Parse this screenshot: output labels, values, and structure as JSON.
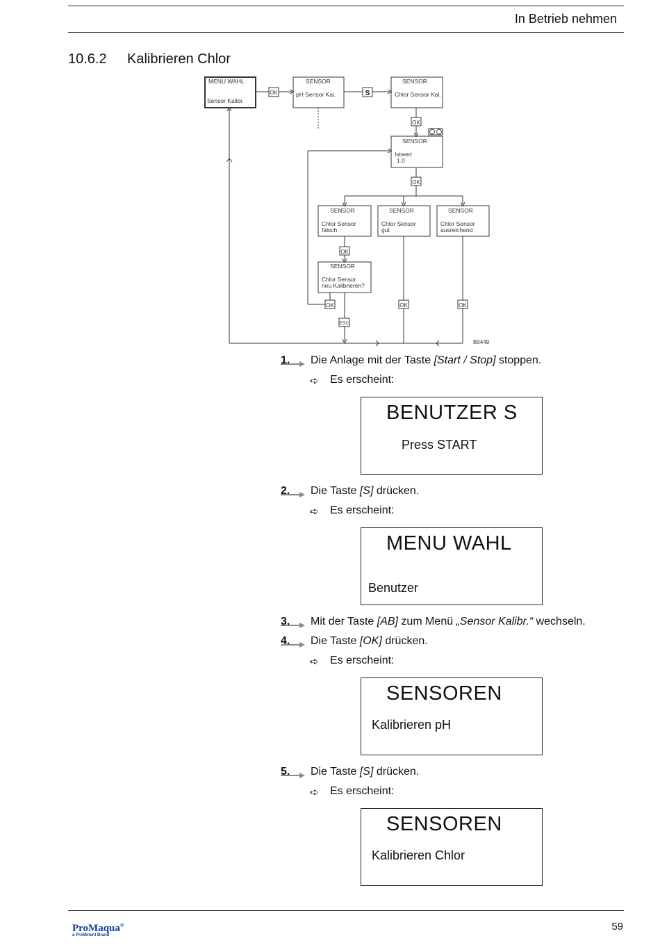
{
  "header": {
    "title": "In Betrieb nehmen"
  },
  "section": {
    "number": "10.6.2",
    "title": "Kalibrieren Chlor"
  },
  "diagram": {
    "menu_wahl": {
      "line1": "MENU WAHL",
      "line2": "Sensor Kalibr."
    },
    "ph_box": {
      "line1": "SENSOR",
      "line2": "pH Sensor Kal."
    },
    "chlor_box": {
      "line1": "SENSOR",
      "line2": "Chlor Sensor Kal."
    },
    "istwert_box": {
      "line1": "SENSOR",
      "line2": "Istwert",
      "line3": "1.0"
    },
    "falsch_box": {
      "line1": "SENSOR",
      "line2": "Chlor Sensor",
      "line3": "falsch"
    },
    "gut_box": {
      "line1": "SENSOR",
      "line2": "Chlor Sensor",
      "line3": "gut"
    },
    "ausreichend_box": {
      "line1": "SENSOR",
      "line2": "Chlor Sensor",
      "line3": "ausreichend"
    },
    "neu_box": {
      "line1": "SENSOR",
      "line2": "Chlor Sensor",
      "line3": "neu Kalibrieren?"
    },
    "ok_label": "OK",
    "s_label": "S",
    "esc_label": "ESC",
    "figure_id": "B0449"
  },
  "steps": {
    "s1": {
      "num": "1.",
      "pre": "Die Anlage mit der Taste ",
      "key": "[Start / Stop]",
      "post": " stoppen."
    },
    "r1": "Es erscheint:",
    "lcd1": {
      "big": "BENUTZER S",
      "small": "Press START"
    },
    "s2": {
      "num": "2.",
      "pre": "Die Taste ",
      "key": "[S]",
      "post": " drücken."
    },
    "r2": "Es erscheint:",
    "lcd2": {
      "big": "MENU WAHL",
      "small": "Benutzer"
    },
    "s3": {
      "num": "3.",
      "pre": "Mit der Taste ",
      "key": "[AB]",
      "mid": " zum Menü ",
      "menu": "„Sensor Kalibr.“",
      "post": " wechseln."
    },
    "s4": {
      "num": "4.",
      "pre": "Die Taste ",
      "key": "[OK]",
      "post": " drücken."
    },
    "r4": "Es erscheint:",
    "lcd3": {
      "big": "SENSOREN",
      "small": "Kalibrieren pH"
    },
    "s5": {
      "num": "5.",
      "pre": "Die Taste ",
      "key": "[S]",
      "post": " drücken."
    },
    "r5": "Es erscheint:",
    "lcd4": {
      "big": "SENSOREN",
      "small": "Kalibrieren Chlor"
    },
    "result_icon": "➪"
  },
  "footer": {
    "logo": "ProMaqua",
    "logo_mark": "®",
    "tagline": "a ProMinent Brand",
    "page": "59"
  }
}
